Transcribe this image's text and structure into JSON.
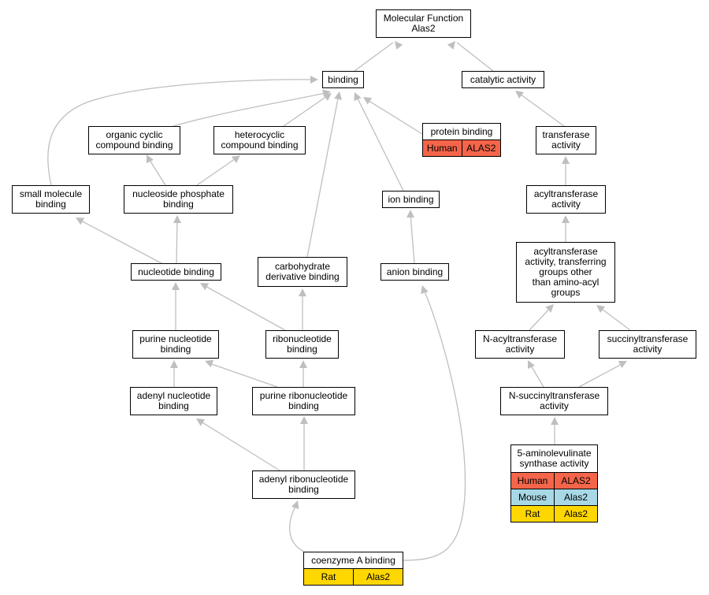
{
  "colors": {
    "edge": "#bfbfbf",
    "human": "#f4654a",
    "mouse": "#a8d8e6",
    "rat": "#ffd700"
  },
  "nodes": {
    "mf": "Molecular Function\nAlas2",
    "binding": "binding",
    "catalytic": "catalytic activity",
    "organic": "organic cyclic\ncompound binding",
    "heterocyclic": "heterocyclic\ncompound binding",
    "protein": "protein binding",
    "transferase": "transferase\nactivity",
    "small_molecule": "small molecule\nbinding",
    "nucleoside_phosphate": "nucleoside phosphate\nbinding",
    "ion": "ion binding",
    "acyltransferase": "acyltransferase\nactivity",
    "acyl_other": "acyltransferase\nactivity, transferring\ngroups other\nthan amino-acyl\ngroups",
    "nucleotide": "nucleotide binding",
    "carbohydrate": "carbohydrate\nderivative binding",
    "anion": "anion binding",
    "purine_nucleotide": "purine nucleotide\nbinding",
    "ribonucleotide": "ribonucleotide\nbinding",
    "n_acyl": "N-acyltransferase\nactivity",
    "succinyl": "succinyltransferase\nactivity",
    "adenyl_nucleotide": "adenyl nucleotide\nbinding",
    "purine_ribo": "purine ribonucleotide\nbinding",
    "n_succinyl": "N-succinyltransferase\nactivity",
    "adenyl_ribo": "adenyl ribonucleotide\nbinding",
    "aminolevulinate": "5-aminolevulinate\nsynthase activity",
    "coa": "coenzyme A binding"
  },
  "annotations": {
    "protein": [
      {
        "species": "Human",
        "gene": "ALAS2",
        "color_key": "human"
      }
    ],
    "aminolevulinate": [
      {
        "species": "Human",
        "gene": "ALAS2",
        "color_key": "human"
      },
      {
        "species": "Mouse",
        "gene": "Alas2",
        "color_key": "mouse"
      },
      {
        "species": "Rat",
        "gene": "Alas2",
        "color_key": "rat"
      }
    ],
    "coa": [
      {
        "species": "Rat",
        "gene": "Alas2",
        "color_key": "rat"
      }
    ]
  }
}
